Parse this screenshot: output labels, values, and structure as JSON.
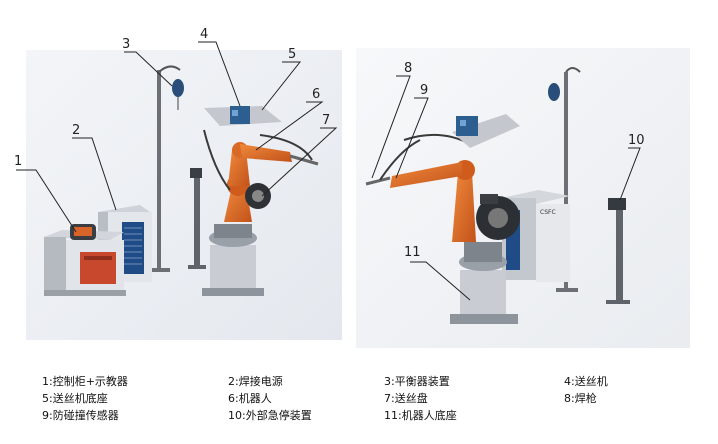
{
  "callouts": [
    "1",
    "2",
    "3",
    "4",
    "5",
    "6",
    "7",
    "8",
    "9",
    "10",
    "11"
  ],
  "legend": [
    "1:控制柜+示教器",
    "2:焊接电源",
    "3:平衡器装置",
    "4:送丝机",
    "5:送丝机底座",
    "6:机器人",
    "7:送丝盘",
    "8:焊枪",
    "9:防碰撞传感器",
    "10:外部急停装置",
    "11:机器人底座"
  ],
  "brand_label": "CSFC",
  "colors": {
    "robot_orange": "#d9661f",
    "cabinet_red": "#c7482d",
    "panel_grey": "#d8dbe0",
    "feeder_blue": "#2c5f8f"
  }
}
